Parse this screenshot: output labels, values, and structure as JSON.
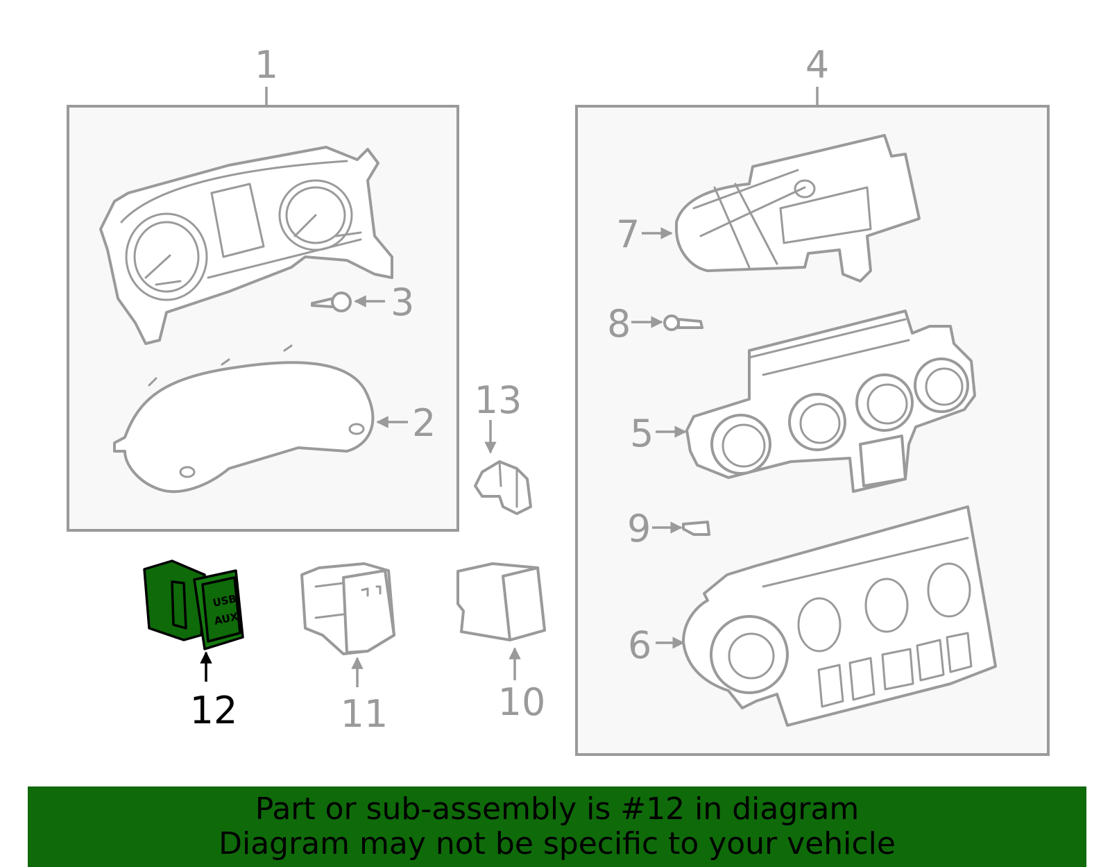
{
  "callouts": {
    "c1": "1",
    "c2": "2",
    "c3": "3",
    "c4": "4",
    "c5": "5",
    "c6": "6",
    "c7": "7",
    "c8": "8",
    "c9": "9",
    "c10": "10",
    "c11": "11",
    "c12": "12",
    "c13": "13"
  },
  "highlighted_part": {
    "number": "12",
    "label_top": "USB",
    "label_bottom": "AUX",
    "color": "#0f6a0a"
  },
  "footer": {
    "line1": "Part or sub-assembly is #12 in diagram",
    "line2": "Diagram may not be specific to your vehicle",
    "background": "#0f6a0a"
  }
}
